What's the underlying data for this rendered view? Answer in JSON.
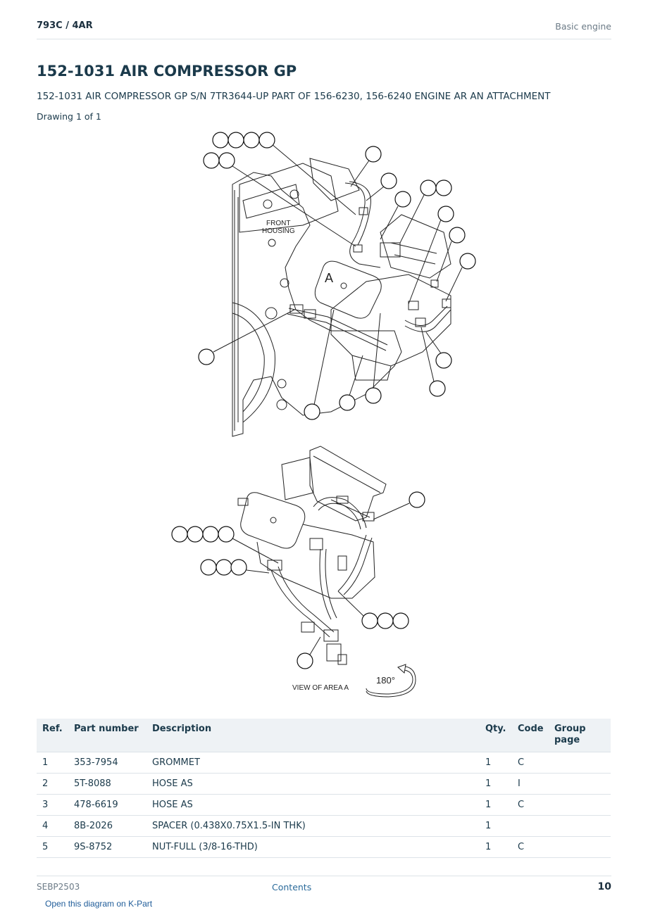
{
  "header": {
    "model": "793C  /  4AR",
    "section": "Basic engine"
  },
  "title": "152-1031 AIR COMPRESSOR GP",
  "subtitle": "152-1031 AIR COMPRESSOR GP S/N 7TR3644-UP PART OF 156-6230, 156-6240 ENGINE AR AN ATTACHMENT",
  "drawing_label": "Drawing 1 of 1",
  "diagram": {
    "label_front_housing_1": "FRONT",
    "label_front_housing_2": "HOUSING",
    "label_area": "A",
    "label_view": "VIEW OF AREA  A",
    "label_rotation": "180°"
  },
  "table": {
    "headers": {
      "ref": "Ref.",
      "part_number": "Part number",
      "description": "Description",
      "qty": "Qty.",
      "code": "Code",
      "group_page": "Group page"
    },
    "rows": [
      {
        "ref": "1",
        "part_number": "353-7954",
        "description": "GROMMET",
        "qty": "1",
        "code": "C",
        "group_page": ""
      },
      {
        "ref": "2",
        "part_number": "5T-8088",
        "description": "HOSE AS",
        "qty": "1",
        "code": "I",
        "group_page": ""
      },
      {
        "ref": "3",
        "part_number": "478-6619",
        "description": "HOSE AS",
        "qty": "1",
        "code": "C",
        "group_page": ""
      },
      {
        "ref": "4",
        "part_number": "8B-2026",
        "description": "SPACER (0.438X0.75X1.5-IN THK)",
        "qty": "1",
        "code": "",
        "group_page": ""
      },
      {
        "ref": "5",
        "part_number": "9S-8752",
        "description": "NUT-FULL (3/8-16-THD)",
        "qty": "1",
        "code": "C",
        "group_page": ""
      }
    ]
  },
  "footer": {
    "doc_id": "SEBP2503",
    "contents_link": "Contents",
    "page_number": "10",
    "kpart_link": "Open this diagram on K-Part"
  }
}
